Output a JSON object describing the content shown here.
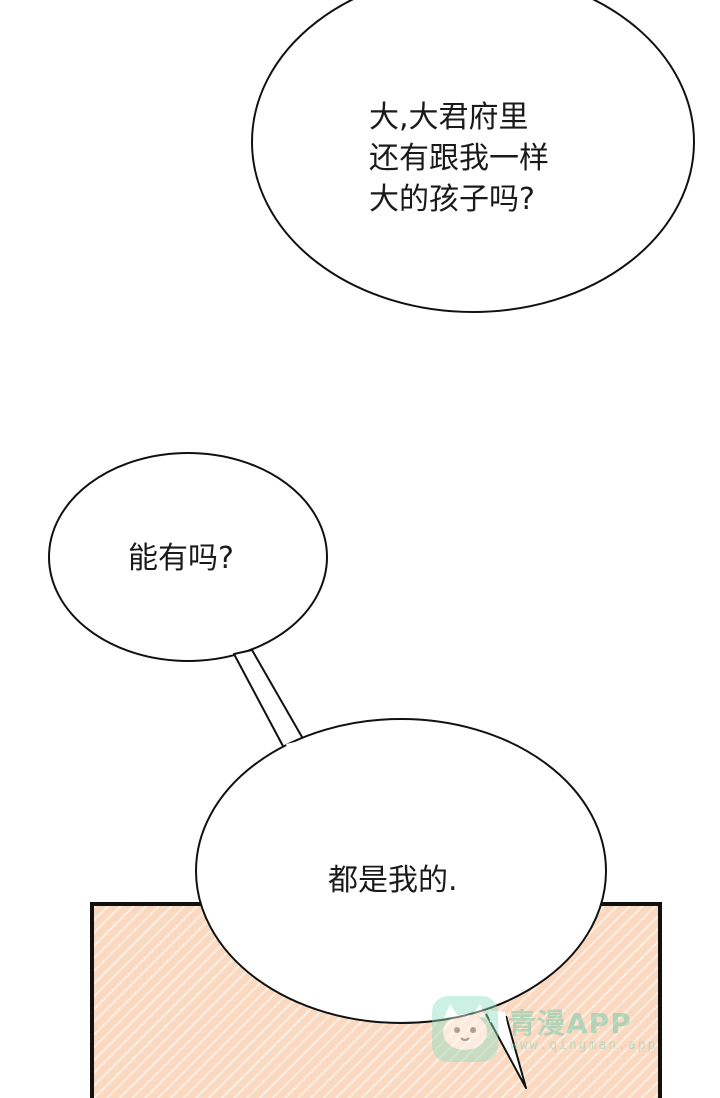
{
  "bubbles": {
    "top": {
      "lines": [
        "大,大君府里",
        "还有跟我一样",
        "大的孩子吗?"
      ]
    },
    "middle": {
      "text": "能有吗?"
    },
    "bottom": {
      "text": "都是我的."
    }
  },
  "watermark": {
    "brand": "青漫APP",
    "sub": "www.qingman.app",
    "icon": "cat-mascot-icon"
  },
  "colors": {
    "panel_fill": "#fbd9c0",
    "panel_border": "#111111",
    "bubble_stroke": "#111111",
    "watermark_green": "#5ec9a8"
  }
}
